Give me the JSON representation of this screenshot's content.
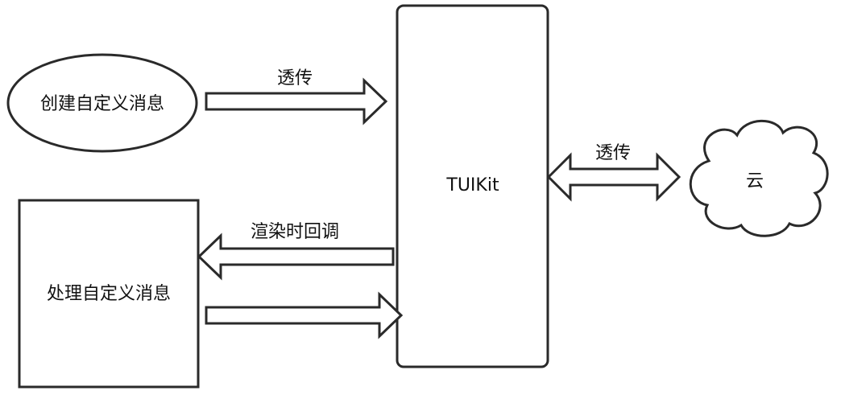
{
  "nodes": {
    "create": "创建自定义消息",
    "handle": "处理自定义消息",
    "tuikit": "TUIKit",
    "cloud": "云"
  },
  "edges": {
    "passthrough_top": "透传",
    "passthrough_cloud": "透传",
    "render_callback": "渲染时回调"
  },
  "colors": {
    "stroke": "#2a2a2a",
    "fill": "#ffffff",
    "text": "#111111"
  }
}
